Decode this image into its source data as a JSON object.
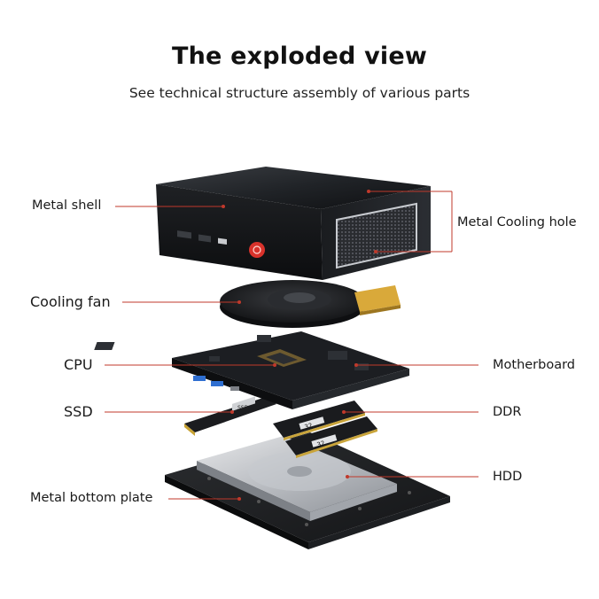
{
  "header": {
    "title": "The exploded view",
    "subtitle": "See technical structure assembly of various parts"
  },
  "labels": {
    "metal_shell": "Metal shell",
    "metal_cooling_hole": "Metal Cooling hole",
    "cooling_fan": "Cooling fan",
    "cpu": "CPU",
    "motherboard": "Motherboard",
    "ssd": "SSD",
    "ddr": "DDR",
    "hdd": "HDD",
    "metal_bottom_plate": "Metal bottom plate"
  },
  "device_text": {
    "ram_1": "32",
    "ram_2": "32",
    "ssd_tag": "SSD"
  },
  "colors": {
    "leader_line": "#c0392b",
    "power_button": "#d9322b",
    "board": "#1c1e22",
    "shell": "#16181b",
    "fan_connector": "#d9a93a",
    "usb_port": "#2f6fd1"
  }
}
